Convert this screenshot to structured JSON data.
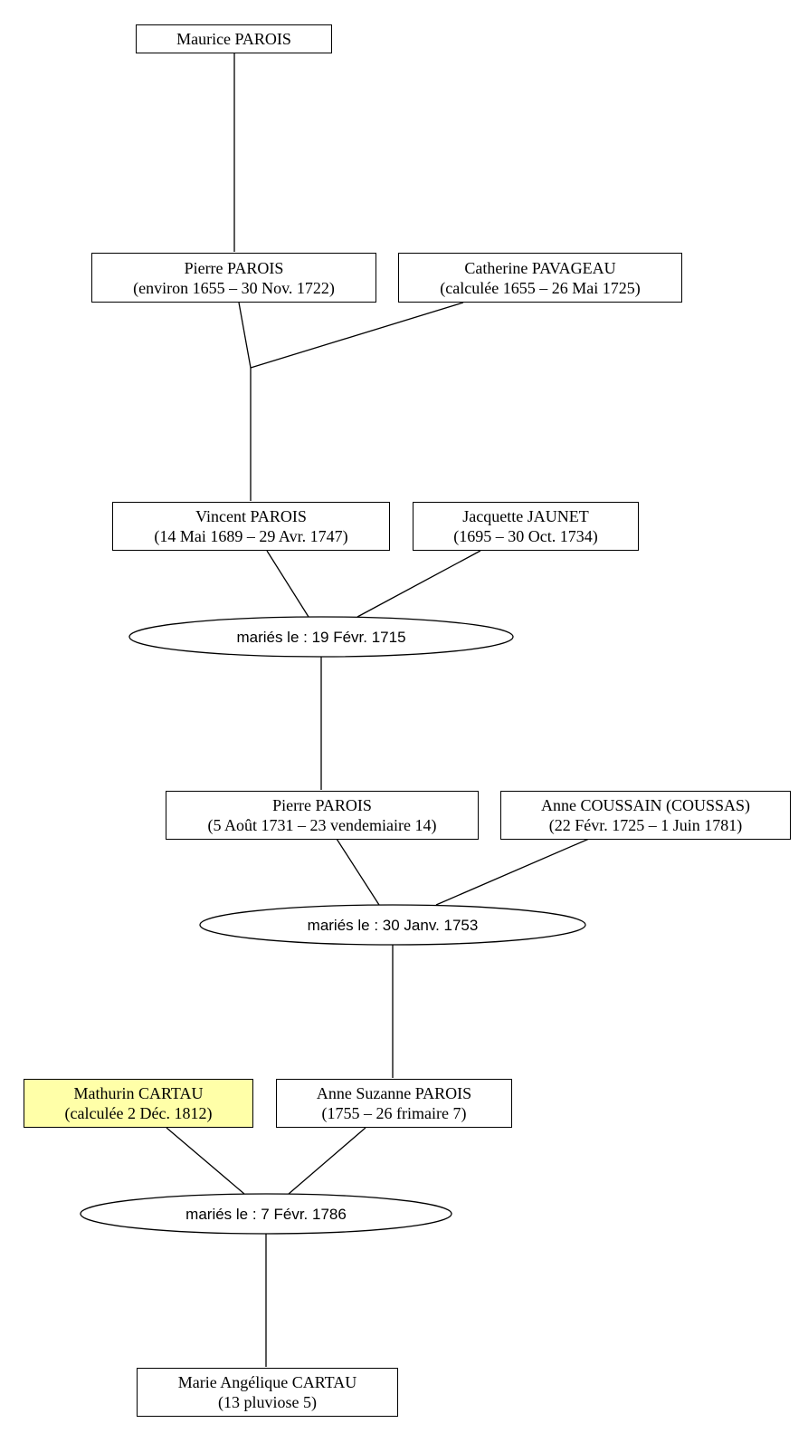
{
  "people": {
    "maurice": {
      "name": "Maurice PAROIS",
      "dates": ""
    },
    "pierre1": {
      "name": "Pierre PAROIS",
      "dates": "(environ 1655 – 30 Nov. 1722)"
    },
    "catherine": {
      "name": "Catherine PAVAGEAU",
      "dates": "(calculée 1655 – 26 Mai 1725)"
    },
    "vincent": {
      "name": "Vincent PAROIS",
      "dates": "(14 Mai 1689 – 29 Avr. 1747)"
    },
    "jacquette": {
      "name": "Jacquette JAUNET",
      "dates": "(1695 – 30 Oct. 1734)"
    },
    "pierre2": {
      "name": "Pierre PAROIS",
      "dates": "(5 Août 1731 – 23 vendemiaire 14)"
    },
    "anne": {
      "name": "Anne COUSSAIN (COUSSAS)",
      "dates": "(22 Févr. 1725 – 1 Juin 1781)"
    },
    "mathurin": {
      "name": "Mathurin CARTAU",
      "dates": "(calculée 2 Déc. 1812)"
    },
    "annesuzanne": {
      "name": "Anne Suzanne PAROIS",
      "dates": "(1755 – 26 frimaire 7)"
    },
    "marie": {
      "name": "Marie Angélique CARTAU",
      "dates": "(13 pluviose 5)"
    }
  },
  "marriages": {
    "m1": {
      "label": "mariés le : 19 Févr. 1715"
    },
    "m2": {
      "label": "mariés le : 30 Janv. 1753"
    },
    "m3": {
      "label": "mariés le : 7 Févr. 1786"
    }
  },
  "colors": {
    "highlight": "#ffffa8",
    "line": "#000000"
  }
}
